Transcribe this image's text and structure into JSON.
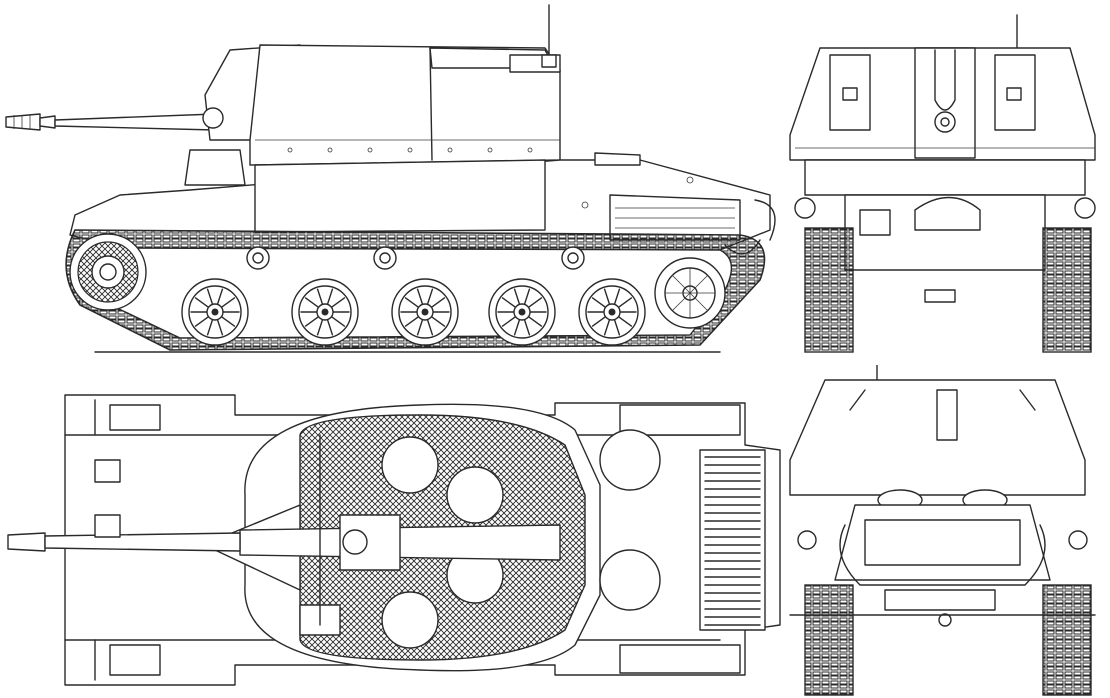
{
  "drawing": {
    "subject": "tank-destroyer-blueprint",
    "views": [
      {
        "id": "side",
        "icon": "side-elevation-view"
      },
      {
        "id": "front",
        "icon": "front-elevation-view"
      },
      {
        "id": "top",
        "icon": "top-plan-view"
      },
      {
        "id": "rear",
        "icon": "rear-elevation-view"
      }
    ],
    "colors": {
      "paper": "#ffffff",
      "ink": "#2a2a2a"
    }
  }
}
